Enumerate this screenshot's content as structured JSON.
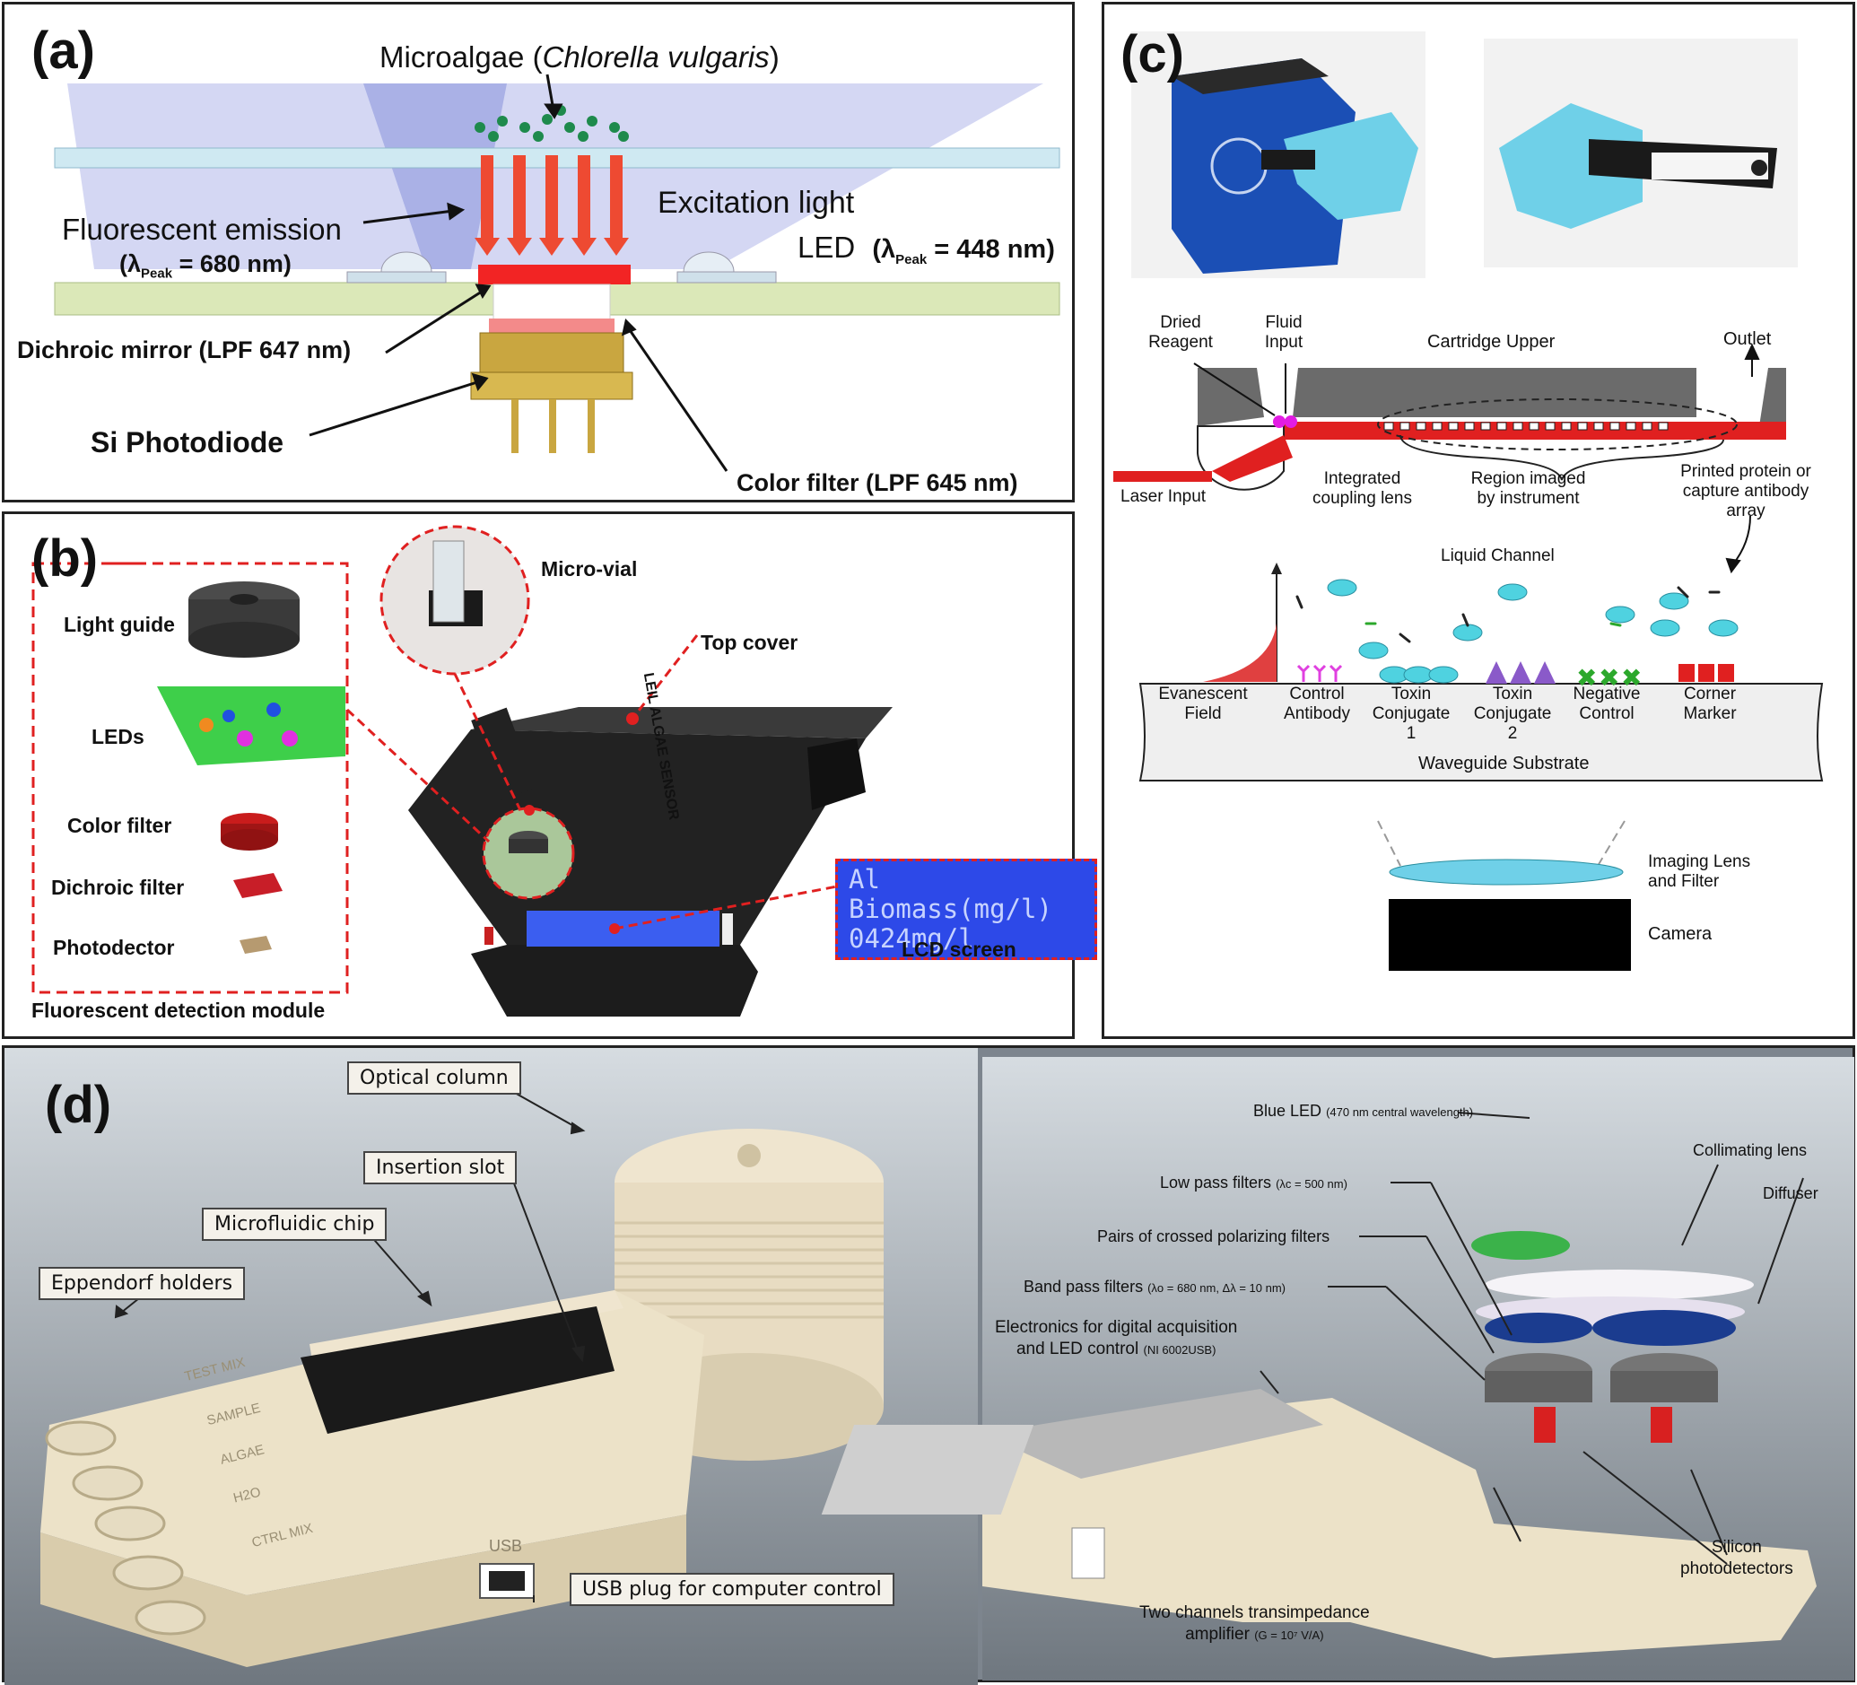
{
  "panel_a": {
    "label": "(a)",
    "microalgae": "Microalgae (",
    "microalgae_species": "Chlorella vulgaris",
    "microalgae_end": ")",
    "fluorescent_emission": "Fluorescent emission",
    "emission_peak": "(λ",
    "emission_peak_sub": "Peak",
    "emission_peak_val": "= 680 nm)",
    "excitation_light": "Excitation light",
    "led": "LED",
    "led_peak": "(λ",
    "led_peak_sub": "Peak",
    "led_peak_val": "= 448 nm)",
    "dichroic_mirror": "Dichroic mirror (LPF 647 nm)",
    "si_photodiode": "Si Photodiode",
    "color_filter": "Color filter (LPF 645 nm)"
  },
  "panel_b": {
    "label": "(b)",
    "light_guide": "Light guide",
    "leds": "LEDs",
    "color_filter": "Color filter",
    "dichroic_filter": "Dichroic filter",
    "photodector": "Photodector",
    "module": "Fluorescent detection module",
    "micro_vial": "Micro-vial",
    "top_cover": "Top cover",
    "lcd_line1": "Al Biomass(mg/l)",
    "lcd_line2": "0424mg/l",
    "lcd_screen": "LCD screen",
    "device_text": "LEIL ALGAE SENSOR"
  },
  "panel_c": {
    "label": "(c)",
    "dried_reagent": "Dried Reagent",
    "fluid_input": "Fluid Input",
    "cartridge_upper": "Cartridge Upper",
    "outlet": "Outlet",
    "laser_input": "Laser Input",
    "coupling_lens": "Integrated coupling lens",
    "region_imaged": "Region imaged by instrument",
    "printed_protein": "Printed protein or capture antibody array",
    "liquid_channel": "Liquid Channel",
    "evanescent": "Evanescent Field",
    "control_antibody": "Control Antibody",
    "toxin1": "Toxin Conjugate 1",
    "toxin2": "Toxin Conjugate 2",
    "negative": "Negative Control",
    "corner": "Corner Marker",
    "substrate": "Waveguide Substrate",
    "imaging_lens": "Imaging Lens and Filter",
    "camera": "Camera"
  },
  "panel_d": {
    "label": "(d)",
    "optical_column": "Optical column",
    "insertion_slot": "Insertion slot",
    "microfluidic_chip": "Microfluidic chip",
    "eppendorf": "Eppendorf holders",
    "usb_plug": "USB plug for computer control",
    "usb": "USB",
    "holder_labels": [
      "TEST MIX",
      "SAMPLE",
      "ALGAE",
      "H2O",
      "CTRL MIX"
    ],
    "blue_led": "Blue LED",
    "blue_led_note": "(470 nm central wavelength)",
    "collimating_lens": "Collimating lens",
    "diffuser": "Diffuser",
    "low_pass": "Low pass filters",
    "low_pass_note": "(λc = 500 nm)",
    "polarizing": "Pairs of crossed polarizing filters",
    "band_pass": "Band pass filters",
    "band_pass_note": "(λo = 680 nm, Δλ = 10 nm)",
    "electronics": "Electronics for digital acquisition",
    "electronics2": "and LED control",
    "electronics_note": "(NI 6002USB)",
    "silicon": "Silicon",
    "photodetectors": "photodetectors",
    "transimpedance": "Two channels transimpedance",
    "amplifier": "amplifier",
    "amplifier_note": "(G = 10⁷ V/A)"
  }
}
